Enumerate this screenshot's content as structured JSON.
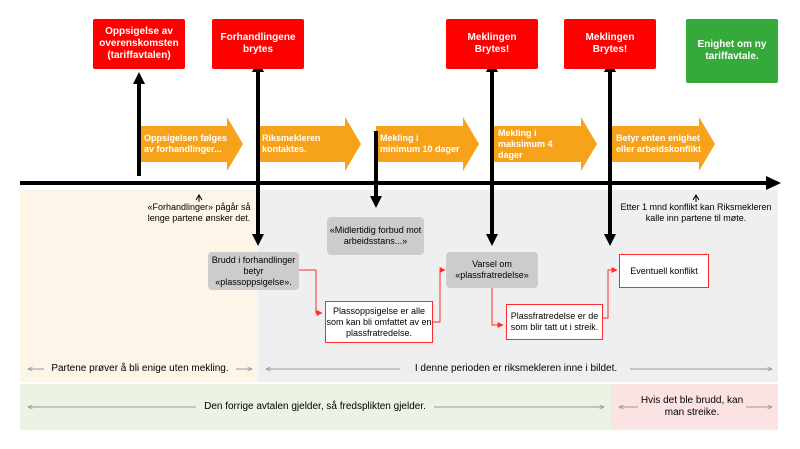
{
  "top_boxes": [
    {
      "id": "oppsigelse",
      "text": "Oppsigelse av overenskomsten (tariffavtalen)"
    },
    {
      "id": "forhandlinger-brytes",
      "text": "Forhandlingene brytes"
    },
    {
      "id": "meklingen-brytes-1",
      "text": "Meklingen Brytes!"
    },
    {
      "id": "meklingen-brytes-2",
      "text": "Meklingen Brytes!"
    },
    {
      "id": "enighet",
      "text": "Enighet om ny tariffavtale."
    }
  ],
  "steps": [
    {
      "text": "Oppsigelsen følges av forhandlinger..."
    },
    {
      "text": "Riksmekleren kontaktes."
    },
    {
      "text": "Mekling i minimum 10 dager"
    },
    {
      "text": "Mekling i maksimum 4 dager"
    },
    {
      "text": "Betyr enten enighet eller arbeidskonflikt"
    }
  ],
  "notes": {
    "forhandlinger": "«Forhandlinger» pågår så lenge partene ønsker det.",
    "etter": "Etter 1 mnd konflikt kan Riksmekleren kalle inn partene til møte."
  },
  "gray_boxes": {
    "midlertidig": "«Midlertidig forbud mot arbeidsstans...»",
    "brudd": "Brudd i forhandlinger betyr «plassoppsigelse».",
    "varsel": "Varsel om «plassfratredelse»"
  },
  "red_boxes": {
    "plassoppsigelse": "Plassoppsigelse er alle som kan bli omfattet av en plassfratredelse.",
    "plassfratredelse": "Plassfratredelse er de som blir tatt ut i streik.",
    "konflikt": "Eventuell konflikt"
  },
  "bands": {
    "uten_mekling": "Partene prøver å bli enige uten mekling.",
    "riksmekleren": "I denne perioden er riksmekleren inne i bildet.",
    "fredsplikt": "Den forrige avtalen gjelder, så fredsplikten gjelder.",
    "streike": "Hvis det ble brudd, kan man streike."
  },
  "colors": {
    "red": "#ff0000",
    "green": "#35a93a",
    "orange": "#f7a21b",
    "gray_box": "#cccccc",
    "band_orange": "#fdf5e8",
    "band_gray": "#efefef",
    "band_green": "#eaf3e4",
    "band_pink": "#fbe3e3"
  }
}
